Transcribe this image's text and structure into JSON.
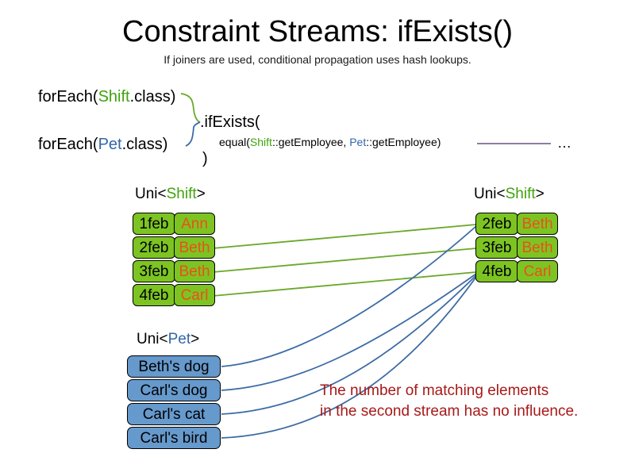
{
  "slide": {
    "title": "Constraint Streams: ifExists()",
    "subtitle": "If joiners are used, conditional propagation uses hash lookups."
  },
  "code": {
    "foreach_shift_pre": "forEach(",
    "foreach_shift_type": "Shift",
    "foreach_shift_post": ".class)",
    "foreach_pet_pre": "forEach(",
    "foreach_pet_type": "Pet",
    "foreach_pet_post": ".class)",
    "if_exists": ".ifExists(",
    "equal_pre": "equal(",
    "equal_shift_type": "Shift",
    "equal_shift_method": "::getEmployee, ",
    "equal_pet_type": "Pet",
    "equal_pet_method": "::getEmployee)",
    "close_paren": ")",
    "ellipsis": "…"
  },
  "streams": {
    "left_shift": {
      "label_pre": "Uni<",
      "label_type": "Shift",
      "label_post": ">",
      "rows": [
        {
          "date": "1feb",
          "name": "Ann"
        },
        {
          "date": "2feb",
          "name": "Beth"
        },
        {
          "date": "3feb",
          "name": "Beth"
        },
        {
          "date": "4feb",
          "name": "Carl"
        }
      ]
    },
    "right_shift": {
      "label_pre": "Uni<",
      "label_type": "Shift",
      "label_post": ">",
      "rows": [
        {
          "date": "2feb",
          "name": "Beth"
        },
        {
          "date": "3feb",
          "name": "Beth"
        },
        {
          "date": "4feb",
          "name": "Carl"
        }
      ]
    },
    "pet": {
      "label_pre": "Uni<",
      "label_type": "Pet",
      "label_post": ">",
      "rows": [
        {
          "text": "Beth's dog"
        },
        {
          "text": "Carl's dog"
        },
        {
          "text": "Carl's cat"
        },
        {
          "text": "Carl's bird"
        }
      ]
    }
  },
  "annotation": {
    "line1": "The number of matching elements",
    "line2": "in the second stream has no influence."
  },
  "colors": {
    "shift_green": "#3fa20d",
    "pet_blue": "#3366aa",
    "box_green": "#7dc423",
    "box_blue": "#6699cc",
    "name_orange": "#e8521a",
    "annotation_red": "#a81919",
    "tail_line_purple": "#8f7ca0",
    "connector_green": "#6aa82a",
    "connector_blue": "#3c6ba5"
  }
}
